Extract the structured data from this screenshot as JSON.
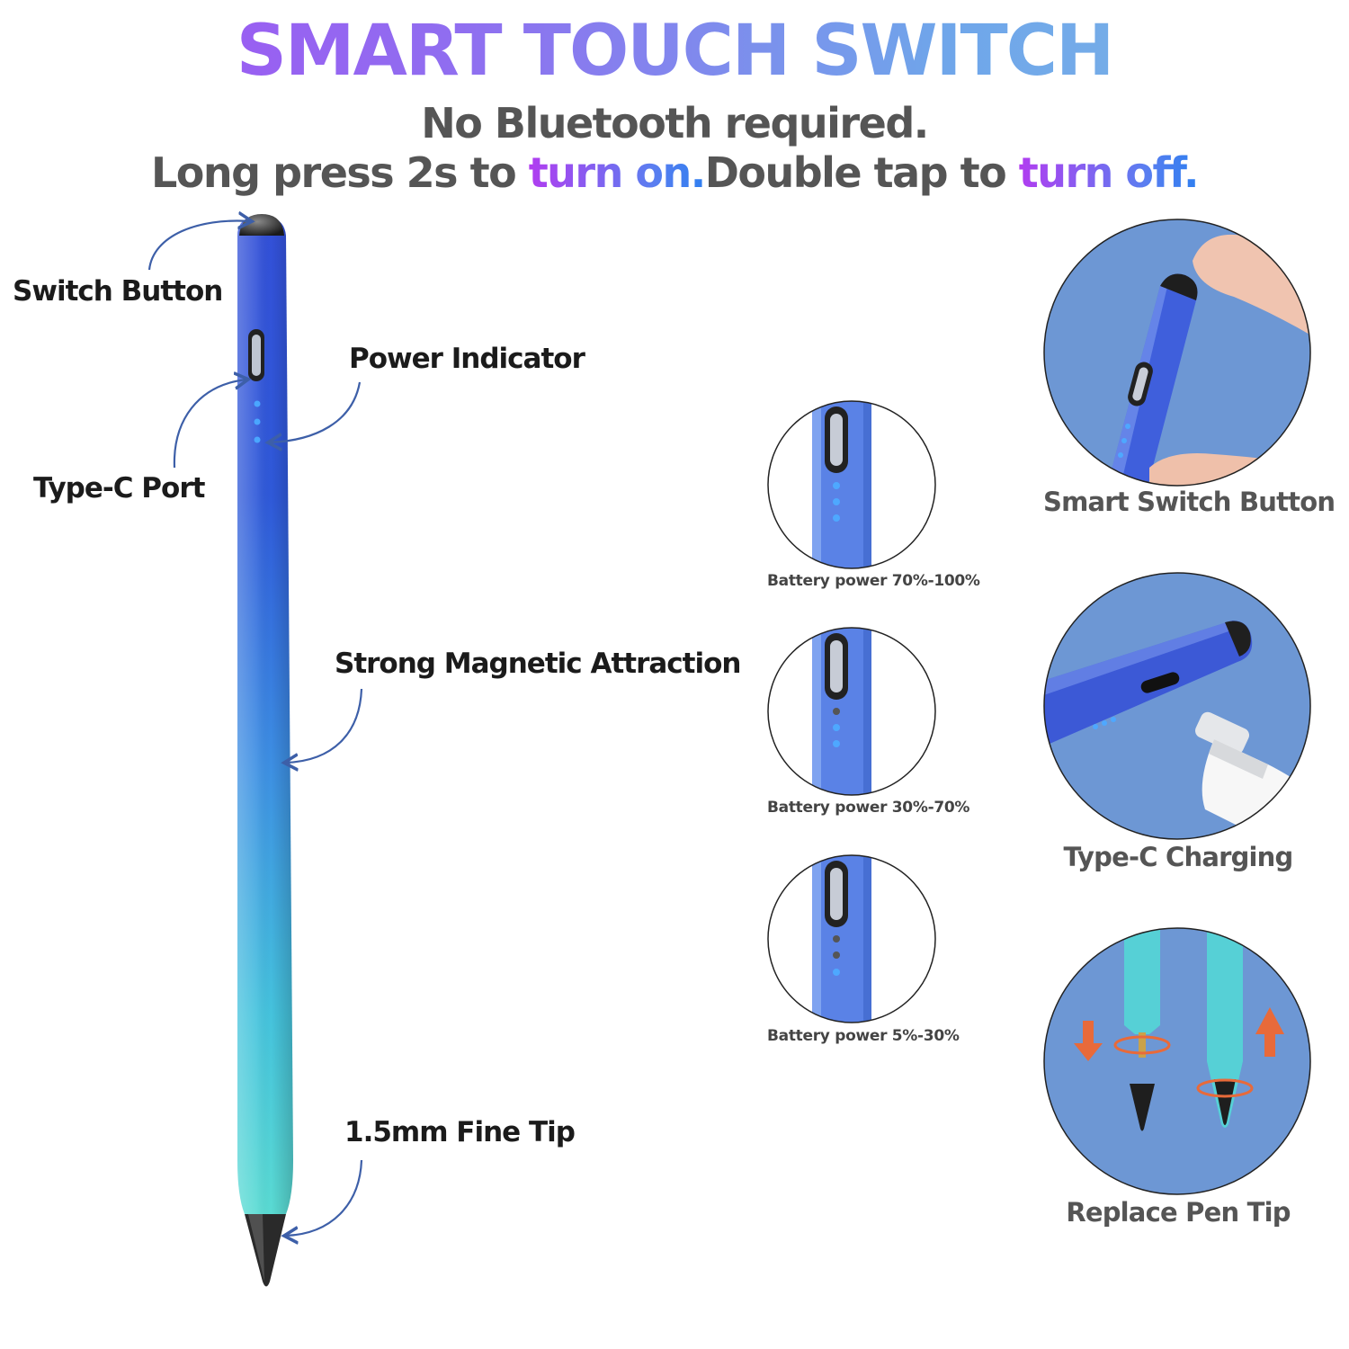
{
  "header": {
    "title": "SMART TOUCH SWITCH",
    "line1": "No Bluetooth required.",
    "line2_part1": "Long press 2s to ",
    "line2_hl1": "turn on.",
    "line2_part2": "Double tap to ",
    "line2_hl2": "turn off."
  },
  "callouts": {
    "switch_button": "Switch Button",
    "power_indicator": "Power Indicator",
    "type_c_port": "Type-C Port",
    "magnetic": "Strong Magnetic Attraction",
    "fine_tip": "1.5mm Fine Tip"
  },
  "battery_levels": [
    {
      "caption": "Battery power 70%-100%",
      "lit_dots": 3
    },
    {
      "caption": "Battery power 30%-70%",
      "lit_dots": 2
    },
    {
      "caption": "Battery power 5%-30%",
      "lit_dots": 1
    }
  ],
  "features": [
    {
      "caption": "Smart Switch Button",
      "icon": "finger-press-icon"
    },
    {
      "caption": "Type-C Charging",
      "icon": "usb-c-cable-icon"
    },
    {
      "caption": "Replace Pen Tip",
      "icon": "pen-tip-replace-icon"
    }
  ],
  "colors": {
    "pen_top": "#2d52d8",
    "pen_bottom": "#4fd6d6",
    "circle_bg": "#6d97d4",
    "arrow": "#3d5fa8",
    "tip_arrow": "#e86a3a"
  }
}
